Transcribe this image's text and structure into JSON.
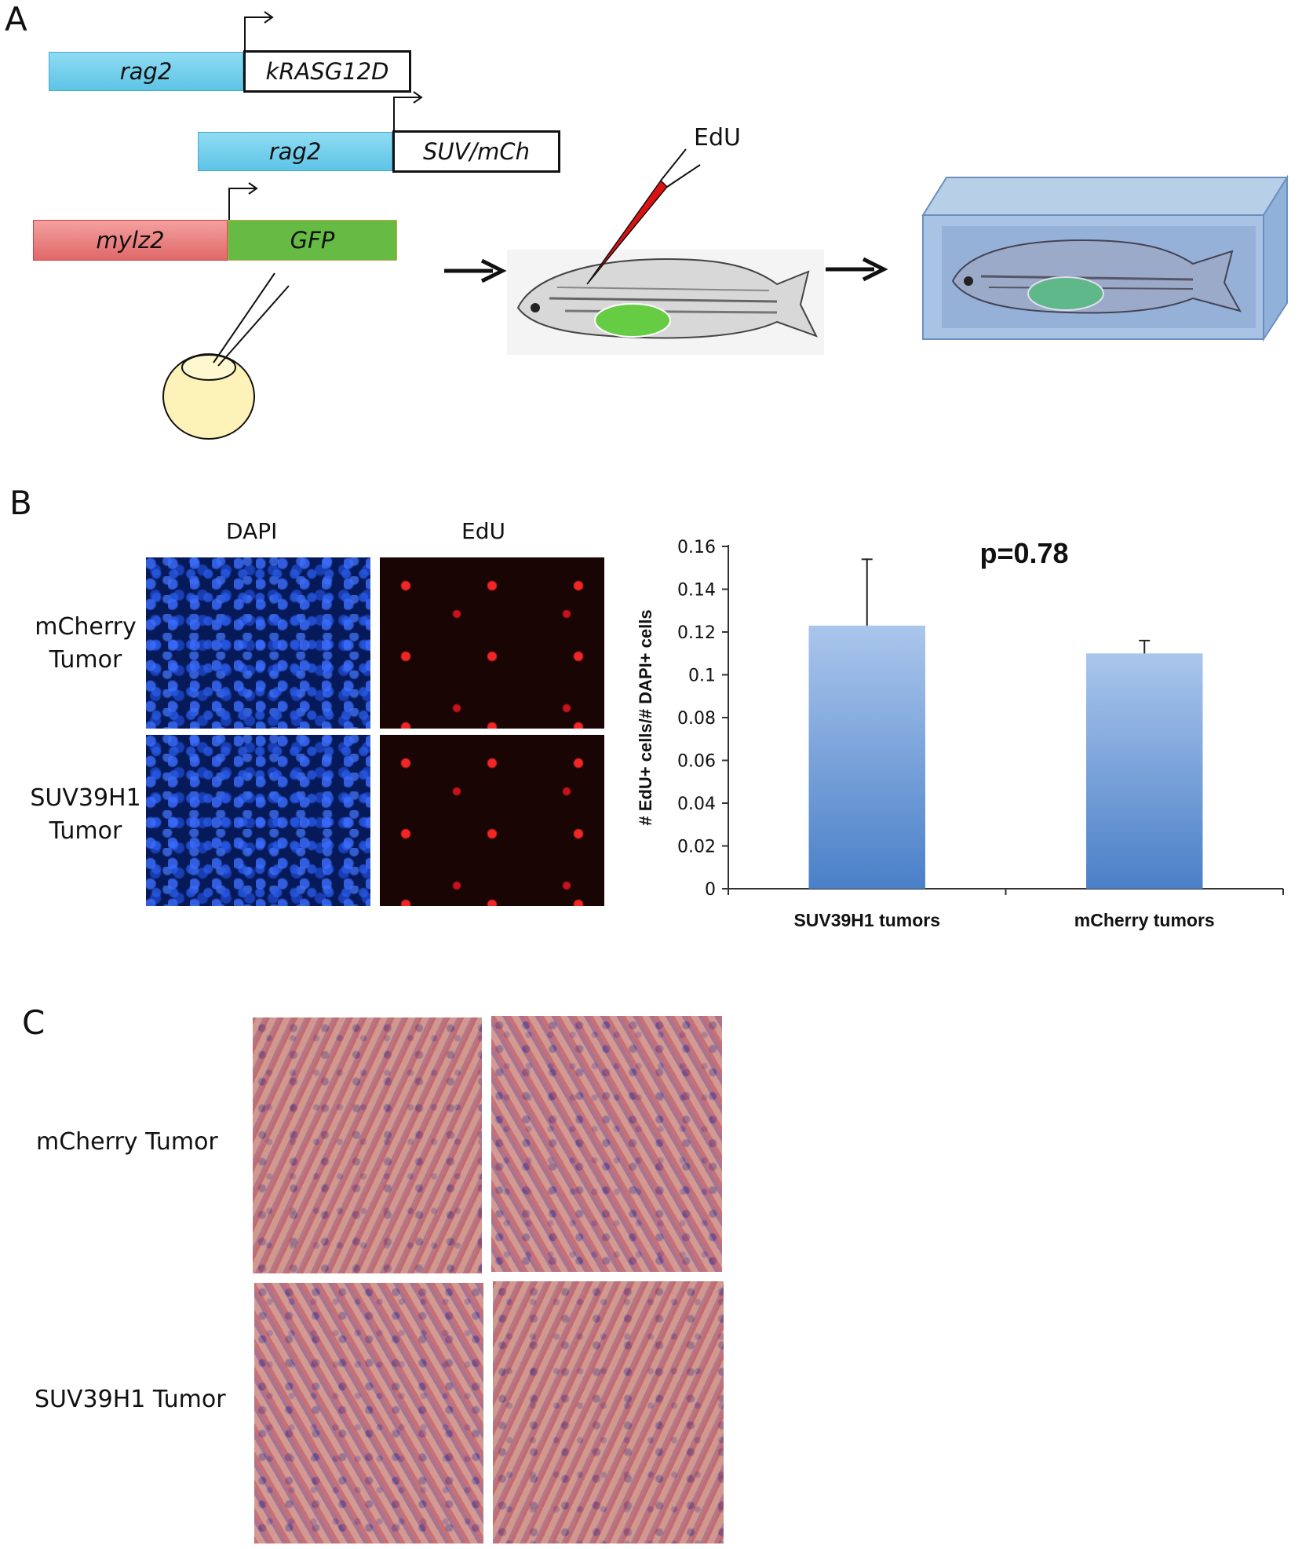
{
  "panel_a": {
    "letter": "A",
    "gene1_promoter": "rag2",
    "gene1_insert": "kRASG12D",
    "gene2_promoter": "rag2",
    "gene2_insert": "SUV/mCh",
    "gene3_promoter": "mylz2",
    "gene3_insert": "GFP",
    "edu_label": "EdU"
  },
  "panel_b": {
    "letter": "B",
    "col_dapi": "DAPI",
    "col_edu": "EdU",
    "row1_line1": "mCherry",
    "row1_line2": "Tumor",
    "row2_line1": "SUV39H1",
    "row2_line2": "Tumor",
    "pvalue": "p=0.78"
  },
  "panel_c": {
    "letter": "C",
    "row1": "mCherry Tumor",
    "row2": "SUV39H1 Tumor"
  },
  "chart_data": {
    "type": "bar",
    "categories": [
      "SUV39H1 tumors",
      "mCherry tumors"
    ],
    "values": [
      0.123,
      0.11
    ],
    "errors": [
      0.031,
      0.006
    ],
    "ylabel": "# EdU+ cells/# DAPI+ cells",
    "ylim": [
      0,
      0.16
    ],
    "yticks": [
      "0",
      "0.02",
      "0.04",
      "0.06",
      "0.08",
      "0.1",
      "0.12",
      "0.14",
      "0.16"
    ],
    "annotation": "p=0.78",
    "grid": false,
    "bar_color": "#7ea8dc"
  }
}
